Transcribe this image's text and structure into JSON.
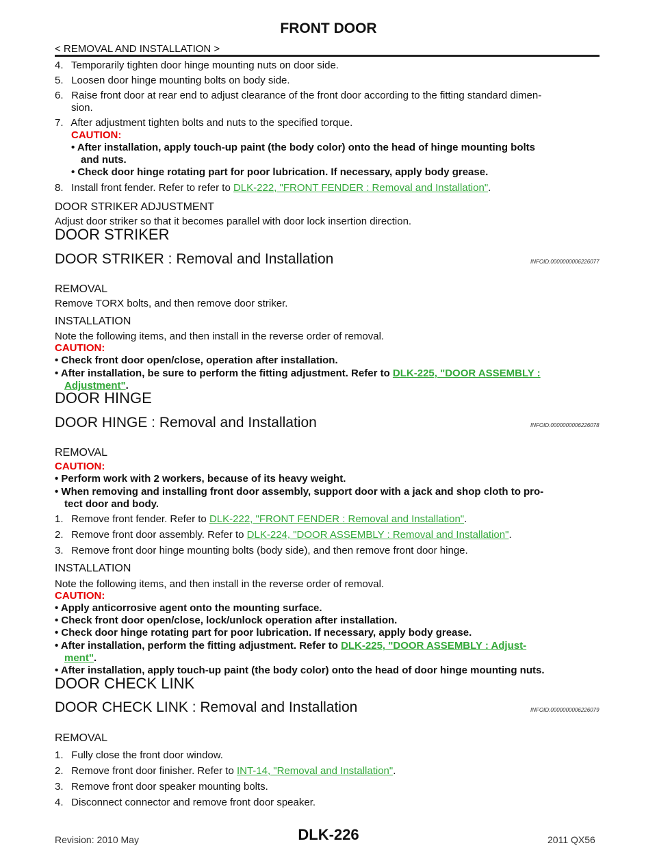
{
  "header": {
    "title": "FRONT DOOR",
    "breadcrumb": "< REMOVAL AND INSTALLATION >"
  },
  "lines": {
    "s4_num": "4.",
    "s4": "Temporarily tighten door hinge mounting nuts on door side.",
    "s5_num": "5.",
    "s5": "Loosen door hinge mounting bolts on body side.",
    "s6_num": "6.",
    "s6a": "Raise front door at rear end to adjust clearance of the front door according to the fitting standard dimen-",
    "s6b": "sion.",
    "s7_num": "7.",
    "s7": "After adjustment tighten bolts and nuts to the specified torque.",
    "s7_caution": "CAUTION:",
    "s7_b1a": "•  After installation, apply touch-up paint (the body color) onto the head of hinge mounting bolts",
    "s7_b1b": "and nuts.",
    "s7_b2": "•  Check door hinge rotating part for poor lubrication. If necessary, apply body grease.",
    "s8_num": "8.",
    "s8": "Install front fender. Refer to refer to ",
    "s8_link": "DLK-222, \"FRONT FENDER : Removal and Installation\"",
    "s8_end": ".",
    "adj_head": "DOOR STRIKER ADJUSTMENT",
    "adj_text": "Adjust door striker so that it becomes parallel with door lock insertion direction.",
    "sec1": "DOOR STRIKER",
    "sec1_sub": "DOOR STRIKER : Removal and Installation",
    "sec1_info": "INFOID:0000000006226077",
    "sec1_rem": "REMOVAL",
    "sec1_rem_text": "Remove TORX bolts, and then remove door striker.",
    "sec1_inst": "INSTALLATION",
    "sec1_inst_text": "Note the following items, and then install in the reverse order of removal.",
    "sec1_caution": "CAUTION:",
    "sec1_b1": "•  Check front door open/close, operation after installation.",
    "sec1_b2": "•  After installation, be sure to perform the fitting adjustment. Refer to ",
    "sec1_b2_link1": "DLK-225, \"DOOR ASSEMBLY :",
    "sec1_b2_link2": "Adjustment\"",
    "sec1_b2_end": ".",
    "sec2": "DOOR HINGE",
    "sec2_sub": "DOOR HINGE : Removal and Installation",
    "sec2_info": "INFOID:0000000006226078",
    "sec2_rem": "REMOVAL",
    "sec2_caution": "CAUTION:",
    "sec2_b1": "•  Perform work with 2 workers, because of its heavy weight.",
    "sec2_b2a": "•  When removing and installing front door assembly, support door with a jack and shop cloth to pro-",
    "sec2_b2b": "tect door and body.",
    "sec2_s1_num": "1.",
    "sec2_s1": "Remove front fender. Refer to ",
    "sec2_s1_link": "DLK-222, \"FRONT FENDER : Removal and Installation\"",
    "sec2_s2_num": "2.",
    "sec2_s2": "Remove front door assembly. Refer to ",
    "sec2_s2_link": "DLK-224, \"DOOR ASSEMBLY : Removal and Installation\"",
    "sec2_s3_num": "3.",
    "sec2_s3": "Remove front door hinge mounting bolts (body side), and then remove front door hinge.",
    "sec2_inst": "INSTALLATION",
    "sec2_inst_text": "Note the following items, and then install in the reverse order of removal.",
    "sec2_caution2": "CAUTION:",
    "sec2_c1": "•  Apply anticorrosive agent onto the mounting surface.",
    "sec2_c2": "•  Check front door open/close, lock/unlock operation after installation.",
    "sec2_c3": "•  Check door hinge rotating part for poor lubrication. If necessary, apply body grease.",
    "sec2_c4": "•  After installation, perform the fitting adjustment. Refer to ",
    "sec2_c4_link1": "DLK-225, \"DOOR ASSEMBLY : Adjust-",
    "sec2_c4_link2": "ment\"",
    "sec2_c4_end": ".",
    "sec2_c5": "•  After installation, apply touch-up paint (the body color) onto the head of door hinge mounting nuts.",
    "sec3": "DOOR CHECK LINK",
    "sec3_sub": "DOOR CHECK LINK : Removal and Installation",
    "sec3_info": "INFOID:0000000006226079",
    "sec3_rem": "REMOVAL",
    "sec3_s1_num": "1.",
    "sec3_s1": "Fully close the front door window.",
    "sec3_s2_num": "2.",
    "sec3_s2": "Remove front door finisher. Refer to ",
    "sec3_s2_link": "INT-14, \"Removal and Installation\"",
    "sec3_s3_num": "3.",
    "sec3_s3": "Remove front door speaker mounting bolts.",
    "sec3_s4_num": "4.",
    "sec3_s4": "Disconnect connector and remove front door speaker."
  },
  "footer": {
    "revision": "Revision: 2010 May",
    "page": "DLK-226",
    "model": "2011 QX56"
  },
  "colors": {
    "caution": "#e60000",
    "link": "#33a83a"
  }
}
